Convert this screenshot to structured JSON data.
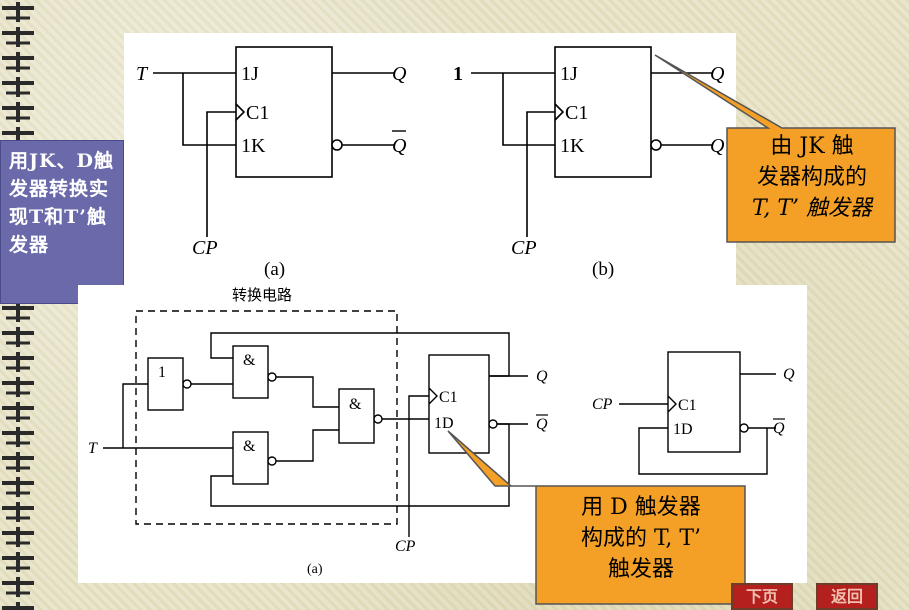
{
  "sidebar": {
    "title": "用JK、D触发器转换实现T和T’触发器"
  },
  "fig_a": {
    "t_input": "T",
    "j_label": "1J",
    "c_label": "C1",
    "k_label": "1K",
    "cp_label": "CP",
    "q_label": "Q",
    "qbar_label": "Q",
    "caption": "(a)"
  },
  "fig_b": {
    "one_input": "1",
    "j_label": "1J",
    "c_label": "C1",
    "k_label": "1K",
    "cp_label": "CP",
    "q_label": "Q",
    "qbar_label": "Q",
    "caption": "(b)"
  },
  "callout_jk": {
    "line1": "由 JK 触",
    "line2": "发器构成的",
    "line3": "T, T’ 触发器"
  },
  "fig_c": {
    "box_title": "转换电路",
    "not_label": "1",
    "and1_label": "&",
    "and2_label": "&",
    "and3_label": "&",
    "t_input": "T",
    "c_label": "C1",
    "d_label": "1D",
    "q_label": "Q",
    "qbar_label": "Q",
    "cp_label": "CP",
    "caption": "(a)"
  },
  "fig_d": {
    "cp_label": "CP",
    "c_label": "C1",
    "d_label": "1D",
    "q_label": "Q",
    "qbar_label": "Q"
  },
  "callout_d": {
    "line1": "用 D 触发器",
    "line2": "构成的 T, T’",
    "line3": "触发器"
  },
  "nav": {
    "next_label": "下页",
    "back_label": "返回"
  }
}
